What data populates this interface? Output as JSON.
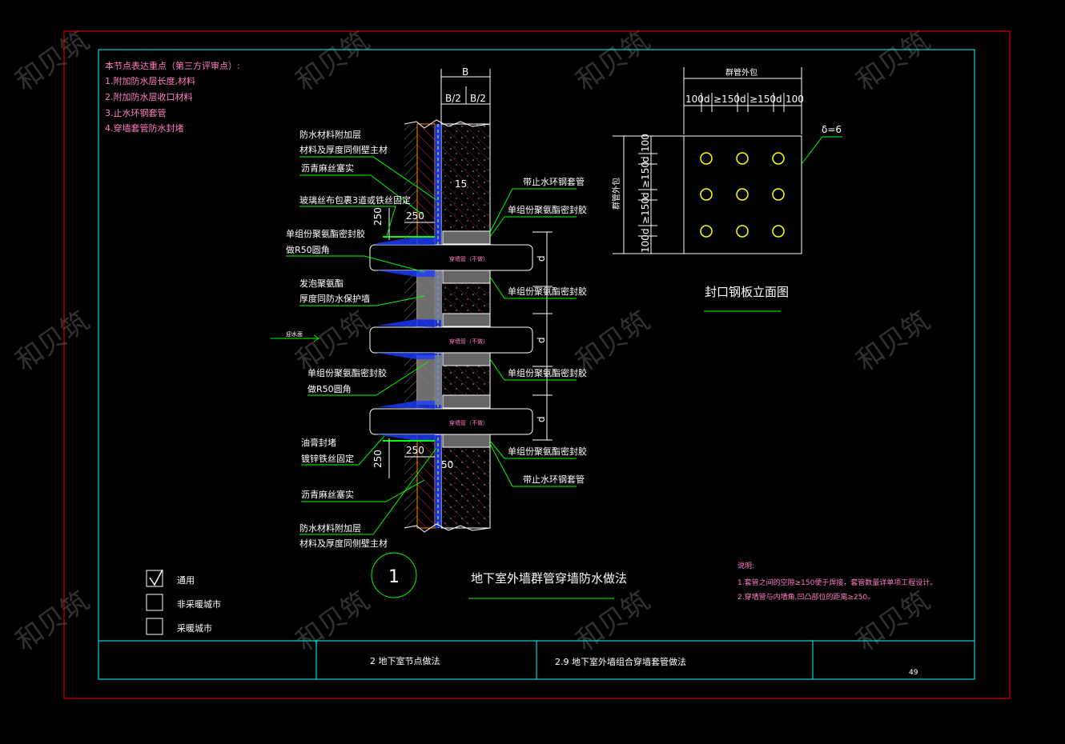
{
  "notes_top": {
    "heading": "本节点表达重点（第三方评审点）:",
    "items": [
      "1.附加防水层长度,材料",
      "2.附加防水层收口材料",
      "3.止水环钢套管",
      "4.穿墙套管防水封堵"
    ]
  },
  "section_labels": {
    "dim_B": "B",
    "dim_B_half_left": "B/2",
    "dim_B_half_right": "B/2",
    "dim_15": "15",
    "dim_250a": "250",
    "dim_250b": "250",
    "dim_250c": "250",
    "dim_250d": "250",
    "dim_50": "50",
    "dim_d1": "d",
    "dim_d2": "d",
    "dim_d3": "d",
    "pipe1": "穿墙管（不做）",
    "pipe2": "穿墙管（不做）",
    "pipe3": "穿墙管（不做）",
    "outside_face": "迎水面",
    "left_callouts": [
      "防水材料附加层",
      "材料及厚度同侧壁主材",
      "沥青麻丝塞实",
      "玻璃丝布包裹3道或铁丝固定",
      "单组份聚氨酯密封胶",
      "做R50圆角",
      "发泡聚氨酯",
      "厚度同防水保护墙",
      "单组份聚氨酯密封胶",
      "做R50圆角",
      "油膏封堵",
      "镀锌铁丝固定",
      "沥青麻丝塞实",
      "防水材料附加层",
      "材料及厚度同侧壁主材"
    ],
    "right_callouts": [
      "带止水环钢套管",
      "单组份聚氨酯密封胶",
      "单组份聚氨酯密封胶",
      "单组份聚氨酯密封胶",
      "单组份聚氨酯密封胶",
      "带止水环钢套管"
    ]
  },
  "plate_view": {
    "top_label": "群管外包",
    "top_dims": [
      "100",
      "d",
      "≥150",
      "d",
      "≥150",
      "d",
      "100"
    ],
    "side_label": "群管外包",
    "side_dims": [
      "100",
      "d",
      "≥150",
      "d",
      "≥150",
      "d",
      "100"
    ],
    "thickness": "δ=6",
    "title": "封口钢板立面图"
  },
  "detail": {
    "number": "1",
    "title": "地下室外墙群管穿墙防水做法"
  },
  "legend": [
    {
      "label": "通用",
      "checked": true
    },
    {
      "label": "非采暖城市",
      "checked": false
    },
    {
      "label": "采暖城市",
      "checked": false
    }
  ],
  "explanation": {
    "heading": "说明:",
    "items": [
      "1.套管之间的空隙≥150便于焊接，套管数量详单项工程设计。",
      "2.穿墙管与内墙角,凹凸部位的距离≥250。"
    ]
  },
  "title_block": {
    "chapter": "2  地下室节点做法",
    "section": "2.9  地下室外墙组合穿墙套管做法",
    "page": "49"
  },
  "watermark": "和贝筑",
  "colors": {
    "frame_red": "#ff0000",
    "cyan": "#00ffff",
    "green": "#00ff00",
    "pink": "#ff7fbf",
    "yellow": "#ffff00"
  }
}
